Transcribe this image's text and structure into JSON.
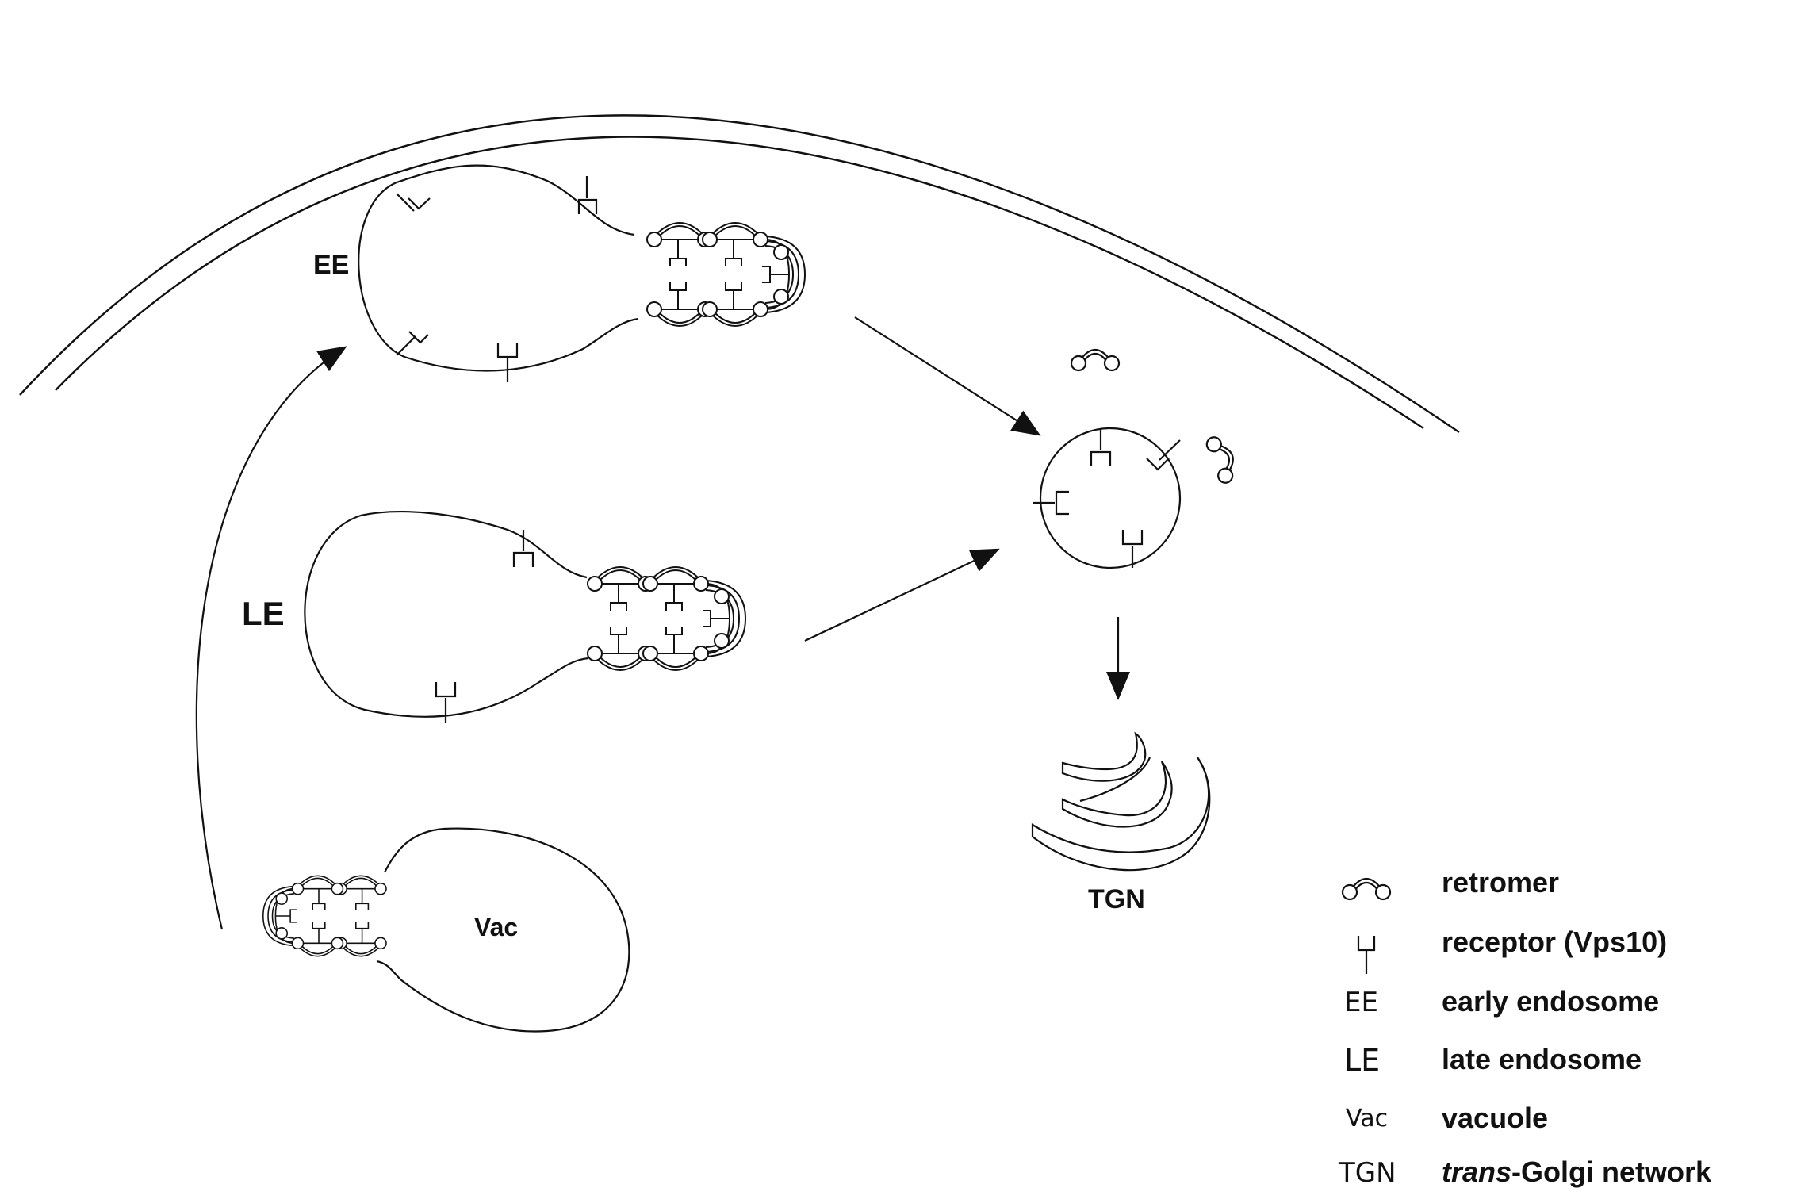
{
  "labels": {
    "ee": "EE",
    "le": "LE",
    "vac": "Vac",
    "tgn": "TGN"
  },
  "legend": {
    "retromer": "retromer",
    "receptor": "receptor (Vps10)",
    "ee_abbr": "EE",
    "ee_text": "early endosome",
    "le_abbr": "LE",
    "le_text": "late endosome",
    "vac_abbr": "Vac",
    "vac_text": "vacuole",
    "tgn_abbr": "TGN",
    "tgn_text_italic": "trans",
    "tgn_text_rest": "-Golgi network"
  },
  "colors": {
    "stroke": "#111111",
    "background": "#ffffff"
  }
}
